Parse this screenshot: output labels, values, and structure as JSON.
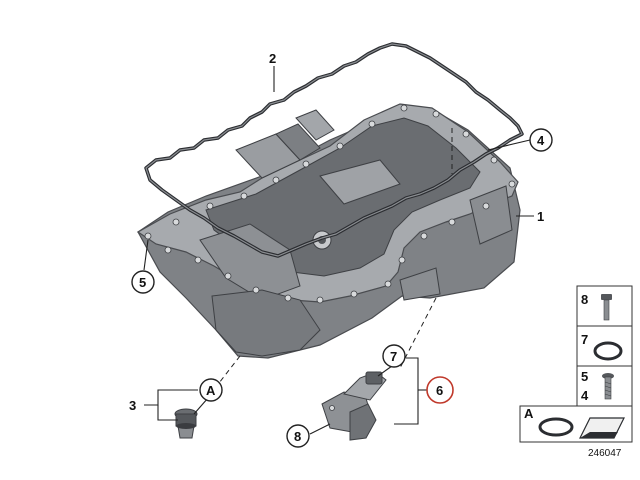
{
  "callouts": {
    "c1": "1",
    "c2": "2",
    "c3": "3",
    "c4": "4",
    "c5": "5",
    "c6": "6",
    "c7": "7",
    "c8": "8",
    "cA": "A"
  },
  "legend": {
    "items": [
      {
        "num": "8",
        "part": "bolt"
      },
      {
        "num": "7",
        "part": "sealing-ring"
      },
      {
        "num": "5",
        "num2": "4",
        "part": "screw"
      },
      {
        "letter": "A",
        "part": "o-ring-and-sheet"
      }
    ]
  },
  "document_id": "246047",
  "colors": {
    "callout_highlight": "#c0392b",
    "part_gray": "#8c8f93",
    "part_dark": "#5d6064"
  }
}
